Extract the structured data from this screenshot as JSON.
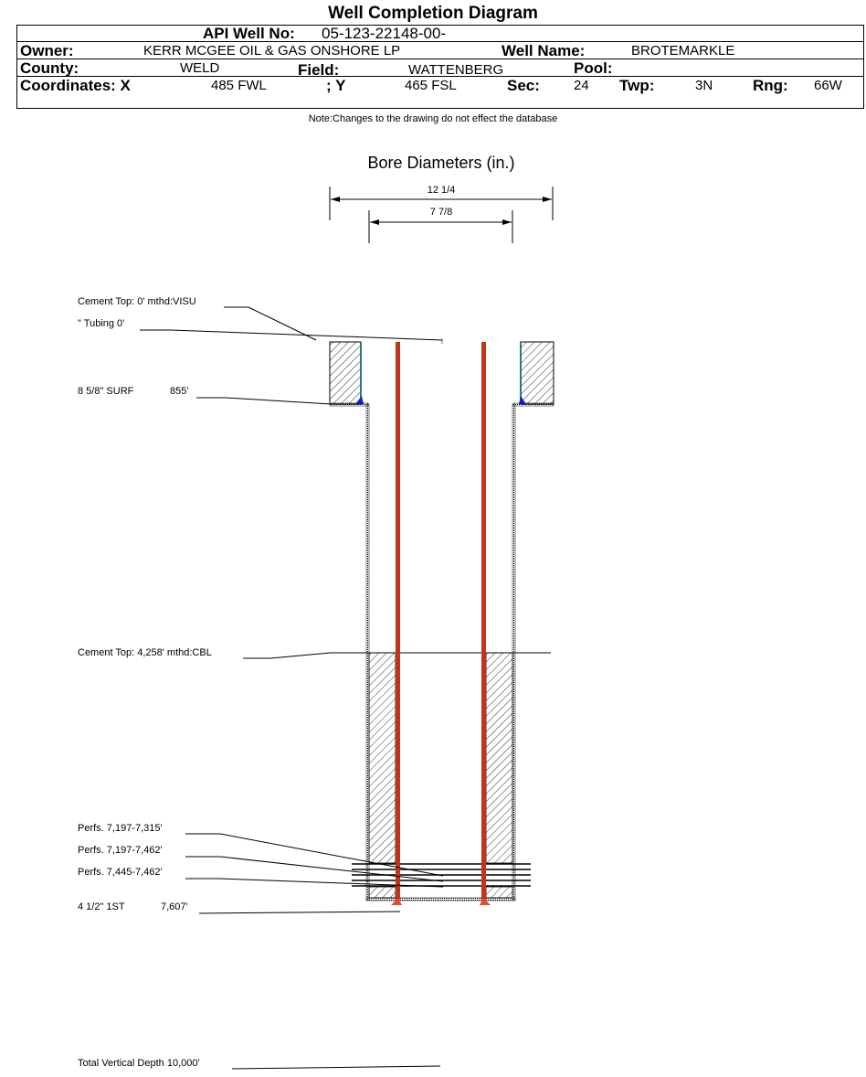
{
  "title": "Well Completion Diagram",
  "header": {
    "api_label": "API Well No:",
    "api_value": "05-123-22148-00-",
    "owner_label": "Owner:",
    "owner_value": "KERR MCGEE OIL & GAS ONSHORE LP",
    "well_name_label": "Well Name:",
    "well_name_value": "BROTEMARKLE",
    "county_label": "County:",
    "county_value": "WELD",
    "field_label": "Field:",
    "field_value": "WATTENBERG",
    "pool_label": "Pool:",
    "pool_value": "",
    "coord_x_label": "Coordinates: X",
    "coord_x_value": "485 FWL",
    "coord_y_label": "; Y",
    "coord_y_value": "465 FSL",
    "sec_label": "Sec:",
    "sec_value": "24",
    "twp_label": "Twp:",
    "twp_value": "3N",
    "rng_label": "Rng:",
    "rng_value": "66W"
  },
  "note": "Note:Changes to the drawing do not effect the database",
  "bore": {
    "title": "Bore Diameters (in.)",
    "outer": "12 1/4",
    "inner": "7 7/8"
  },
  "callouts": {
    "cement_top_1": "Cement Top: 0' mthd:VISU",
    "tubing": "\" Tubing 0'",
    "surf_casing_name": "8 5/8\" SURF",
    "surf_casing_depth": "855'",
    "cement_top_2": "Cement Top: 4,258' mthd:CBL",
    "perfs_1": "Perfs. 7,197-7,315'",
    "perfs_2": "Perfs. 7,197-7,462'",
    "perfs_3": "Perfs. 7,445-7,462'",
    "prod_casing_name": "4 1/2\" 1ST",
    "prod_casing_depth": "7,607'",
    "tvd": "Total Vertical Depth 10,000'"
  },
  "colors": {
    "tubing": "#c0341a",
    "surface_casing": "#2a7a7a",
    "cement_shoe": "#1a1ae6",
    "tubing_end": "#e34a2a"
  }
}
